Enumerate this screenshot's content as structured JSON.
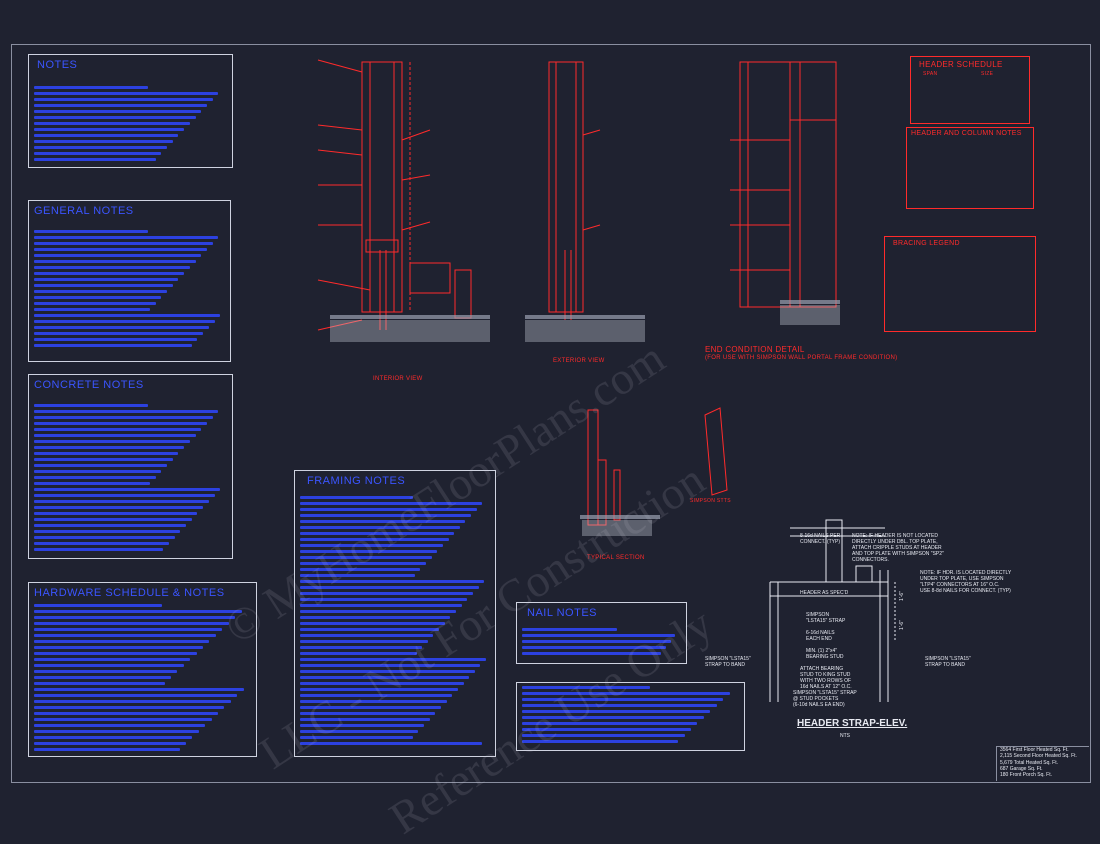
{
  "notes_boxes": {
    "b1": {
      "title": "NOTES"
    },
    "b2": {
      "title": "GENERAL NOTES"
    },
    "b3": {
      "title": "CONCRETE NOTES"
    },
    "b4": {
      "title": "FRAMING NOTES"
    },
    "b5": {
      "title": "HARDWARE SCHEDULE & NOTES"
    },
    "b6": {
      "title": "NAIL NOTES"
    }
  },
  "header_schedule": {
    "title": "HEADER SCHEDULE",
    "col1": "SPAN",
    "col2": "SIZE"
  },
  "header_column_notes": {
    "title": "HEADER AND COLUMN NOTES"
  },
  "bracing_legend": {
    "title": "BRACING LEGEND"
  },
  "end_condition": {
    "title": "END CONDITION DETAIL",
    "subtitle": "(FOR USE WITH SIMPSON WALL PORTAL FRAME CONDITION)"
  },
  "views": {
    "interior": "INTERIOR VIEW",
    "exterior": "EXTERIOR VIEW",
    "section": "TYPICAL SECTION",
    "simpson": "SIMPSON STTS"
  },
  "header_strap": {
    "title": "HEADER STRAP-ELEV.",
    "scale": "NTS",
    "note_top_left": "8-16d NAILS PER\nCONNECT. (TYP)",
    "note_top_right": "NOTE: IF HEADER IS NOT LOCATED\nDIRECTLY UNDER DBL. TOP PLATE,\nATTACH CRIPPLE STUDS AT HEADER\nAND TOP PLATE WITH SIMPSON \"SP2\"\nCONNECTORS.",
    "note_right": "NOTE: IF HDR. IS LOCATED DIRECTLY\nUNDER TOP PLATE, USE SIMPSON\n\"LTP4\" CONNECTORS AT 16\" O.C.\nUSE 8-8d NAILS FOR CONNECT. (TYP)",
    "header_as_specd": "HEADER AS SPEC'D",
    "strap": "SIMPSON\n\"LSTA15\" STRAP",
    "nails_each_end": "6-16d NAILS\nEACH END",
    "bearing_stud": "MIN. (1) 2\"x4\"\nBEARING STUD",
    "attach_bearing": "ATTACH BEARING\nSTUD TO KING STUD\nWITH TWO ROWS OF\n16d NAILS AT 12\" O.C.",
    "strap_bottom": "SIMPSON \"LSTA15\" STRAP\n@ STUD POCKETS\n(6-10d NAILS EA END)",
    "strap_left": "SIMPSON \"LSTA15\"\nSTRAP TO BAND",
    "strap_right": "SIMPSON \"LSTA15\"\nSTRAP TO BAND",
    "dim1": "1'-6\"",
    "dim2": "1'-6\""
  },
  "title_block": {
    "lines": [
      "3564 First Floor Heated Sq. Ft.",
      "2,115 Second Floor Heated Sq. Ft.",
      "5,679 Total Heated Sq. Ft.",
      "687 Garage Sq. Ft.",
      "180 Front Porch Sq. Ft."
    ]
  },
  "watermark": {
    "line1": "© MyHomeFloorPlans.com",
    "line2": "LLC - Not For Construction",
    "line3": "Reference Use Only"
  },
  "colors": {
    "background": "#1f2230",
    "red_lines": "#ff2b2b",
    "blue_text": "#2f47ff",
    "white_lines": "#e8eaf2"
  }
}
